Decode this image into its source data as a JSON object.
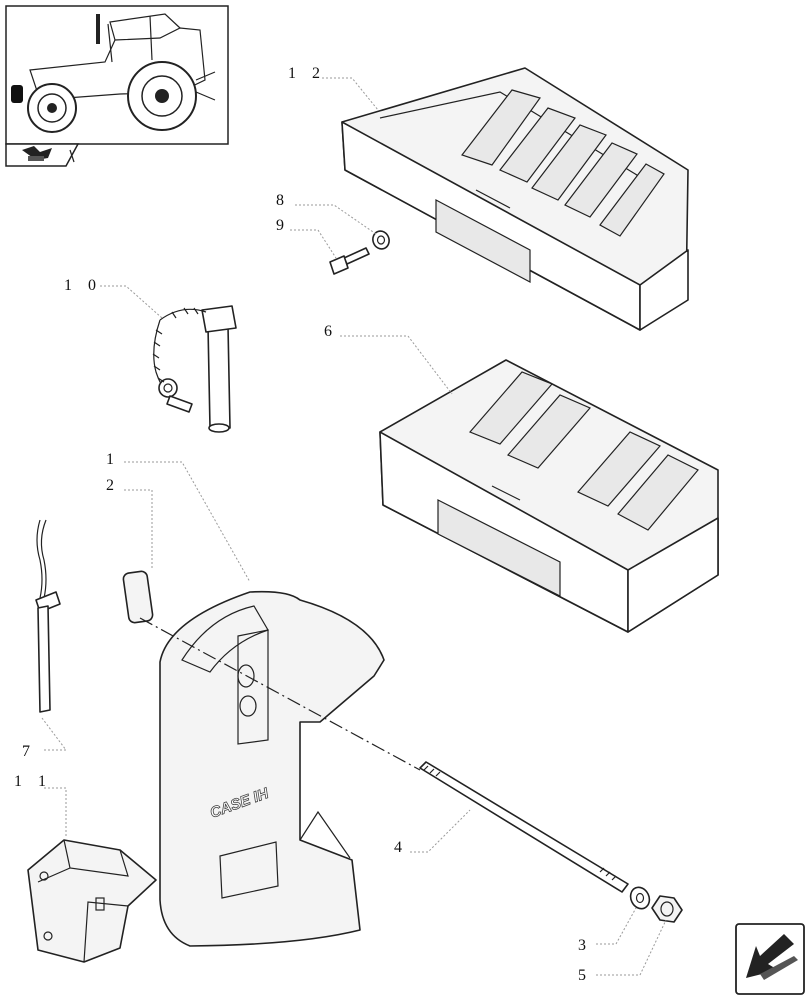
{
  "callouts": {
    "c1": "1",
    "c2": "2",
    "c3": "3",
    "c4": "4",
    "c5": "5",
    "c6": "6",
    "c7": "7",
    "c8": "8",
    "c9": "9",
    "c10": "1 0",
    "c11": "1 1",
    "c12": "1 2"
  },
  "brand_mark": "CASE IH",
  "icons": {
    "thumbnail": "tractor-thumbnail-icon",
    "book": "book-arrow-icon",
    "nav": "previous-page-arrow-icon"
  },
  "colors": {
    "line": "#222222",
    "leader": "#9a9a9a",
    "fill": "#f4f4f4"
  }
}
